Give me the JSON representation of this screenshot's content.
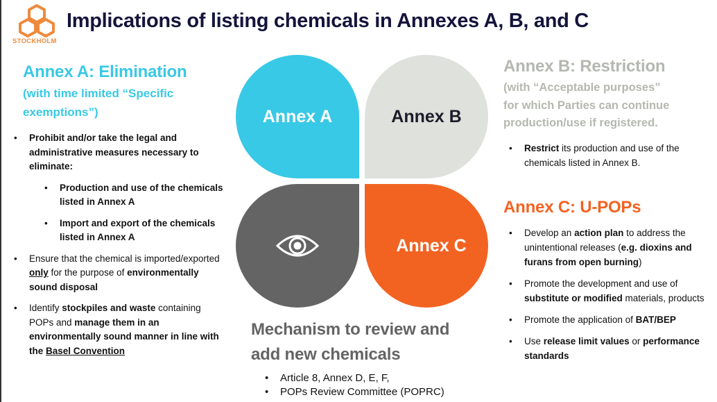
{
  "logo_text": "STOCKHOLM",
  "title": "Implications of listing chemicals in Annexes A, B, and C",
  "colors": {
    "annex_a": "#38c9e6",
    "annex_b": "#dee1dc",
    "annex_c": "#f26322",
    "mechanism": "#646464",
    "title": "#14143c"
  },
  "annex_a": {
    "heading": "Annex A: Elimination",
    "sub": [
      "(with time limited “Specific",
      "exemptions”)"
    ],
    "bullets": [
      {
        "level": 1,
        "segs": [
          {
            "t": "Prohibit and/or take the legal and administrative measures necessary to eliminate:",
            "b": true
          }
        ]
      },
      {
        "level": 2,
        "segs": [
          {
            "t": "Production and use of the chemicals listed in Annex A",
            "b": true
          }
        ]
      },
      {
        "level": 2,
        "segs": [
          {
            "t": "Import and export of the chemicals listed in Annex A",
            "b": true
          }
        ]
      },
      {
        "level": 1,
        "segs": [
          {
            "t": "Ensure that the chemical is imported/exported "
          },
          {
            "t": "only",
            "b": true,
            "u": true
          },
          {
            "t": " for the purpose of "
          },
          {
            "t": "environmentally sound disposal",
            "b": true
          }
        ]
      },
      {
        "level": 1,
        "segs": [
          {
            "t": "Identify "
          },
          {
            "t": "stockpiles and waste",
            "b": true
          },
          {
            "t": " containing POPs and "
          },
          {
            "t": "manage them in an environmentally sound manner in line with the ",
            "b": true
          },
          {
            "t": "Basel Convention",
            "b": true,
            "u": true
          }
        ]
      }
    ]
  },
  "petals": {
    "a": "Annex A",
    "b": "Annex B",
    "c": "Annex C",
    "eye_icon": "eye-icon"
  },
  "annex_b": {
    "heading": "Annex B: Restriction",
    "sub": [
      "(with “Acceptable purposes”",
      "for which Parties can continue",
      "production/use if registered."
    ],
    "bullets": [
      {
        "level": 1,
        "segs": [
          {
            "t": "Restrict",
            "b": true
          },
          {
            "t": " its production and use of the chemicals listed in Annex B."
          }
        ]
      }
    ]
  },
  "annex_c": {
    "heading": "Annex C: U-POPs",
    "bullets": [
      {
        "level": 1,
        "segs": [
          {
            "t": "Develop an "
          },
          {
            "t": "action plan",
            "b": true
          },
          {
            "t": " to address the unintentional releases ("
          },
          {
            "t": "e.g. dioxins and furans from open burning",
            "b": true
          },
          {
            "t": ")"
          }
        ]
      },
      {
        "level": 1,
        "segs": [
          {
            "t": "Promote the development and use of "
          },
          {
            "t": "substitute or modified",
            "b": true
          },
          {
            "t": " materials, products"
          }
        ]
      },
      {
        "level": 1,
        "segs": [
          {
            "t": "Promote the application of "
          },
          {
            "t": "BAT/BEP",
            "b": true
          }
        ]
      },
      {
        "level": 1,
        "segs": [
          {
            "t": "Use "
          },
          {
            "t": "release limit values",
            "b": true
          },
          {
            "t": " or "
          },
          {
            "t": "performance standards",
            "b": true
          }
        ]
      }
    ]
  },
  "mechanism": {
    "heading": [
      "Mechanism to review and",
      "add new chemicals"
    ],
    "bullets": [
      {
        "level": 1,
        "segs": [
          {
            "t": "Article 8, Annex D, E, F,"
          }
        ]
      },
      {
        "level": 1,
        "segs": [
          {
            "t": "POPs Review Committee (POPRC)"
          }
        ]
      }
    ]
  }
}
